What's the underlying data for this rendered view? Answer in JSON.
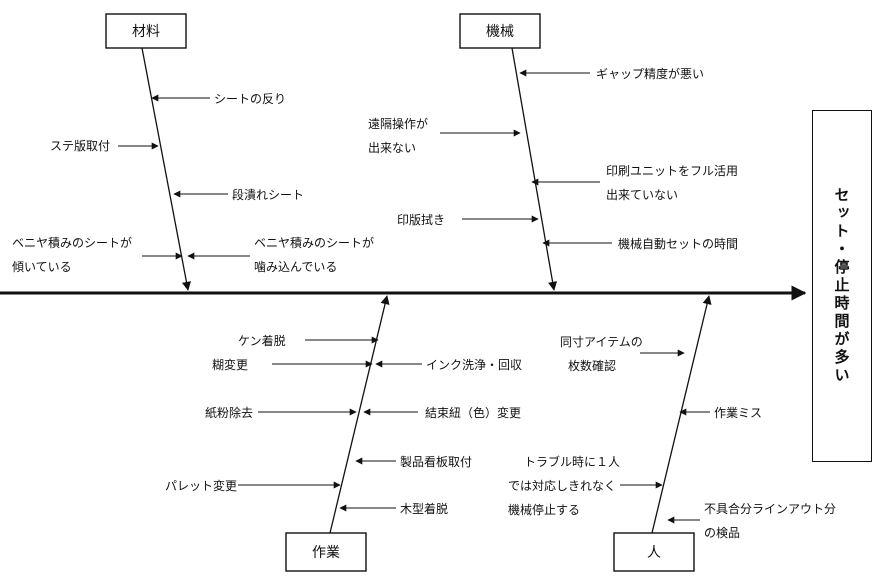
{
  "effect": "セット・停止時間が多い",
  "categories": {
    "materials": "材料",
    "machine": "機械",
    "work": "作業",
    "people": "人"
  },
  "causes": {
    "materials": [
      "シートの反り",
      "ステ版取付",
      "段潰れシート",
      "ベニヤ積みのシートが",
      "傾いている",
      "ベニヤ積みのシートが",
      "噛み込んでいる"
    ],
    "machine": [
      "ギャップ精度が悪い",
      "遠隔操作が",
      "出来ない",
      "印刷ユニットをフル活用",
      "出来ていない",
      "印版拭き",
      "機械自動セットの時間"
    ],
    "work": [
      "ケン着脱",
      "糊変更",
      "インク洗浄・回収",
      "紙粉除去",
      "結束紐（色）変更",
      "製品看板取付",
      "パレット変更",
      "木型着脱"
    ],
    "people": [
      "同寸アイテムの",
      "枚数確認",
      "作業ミス",
      "トラブル時に１人",
      "では対応しきれなく",
      "機械停止する",
      "不具合分ラインアウト分",
      "の検品"
    ]
  }
}
